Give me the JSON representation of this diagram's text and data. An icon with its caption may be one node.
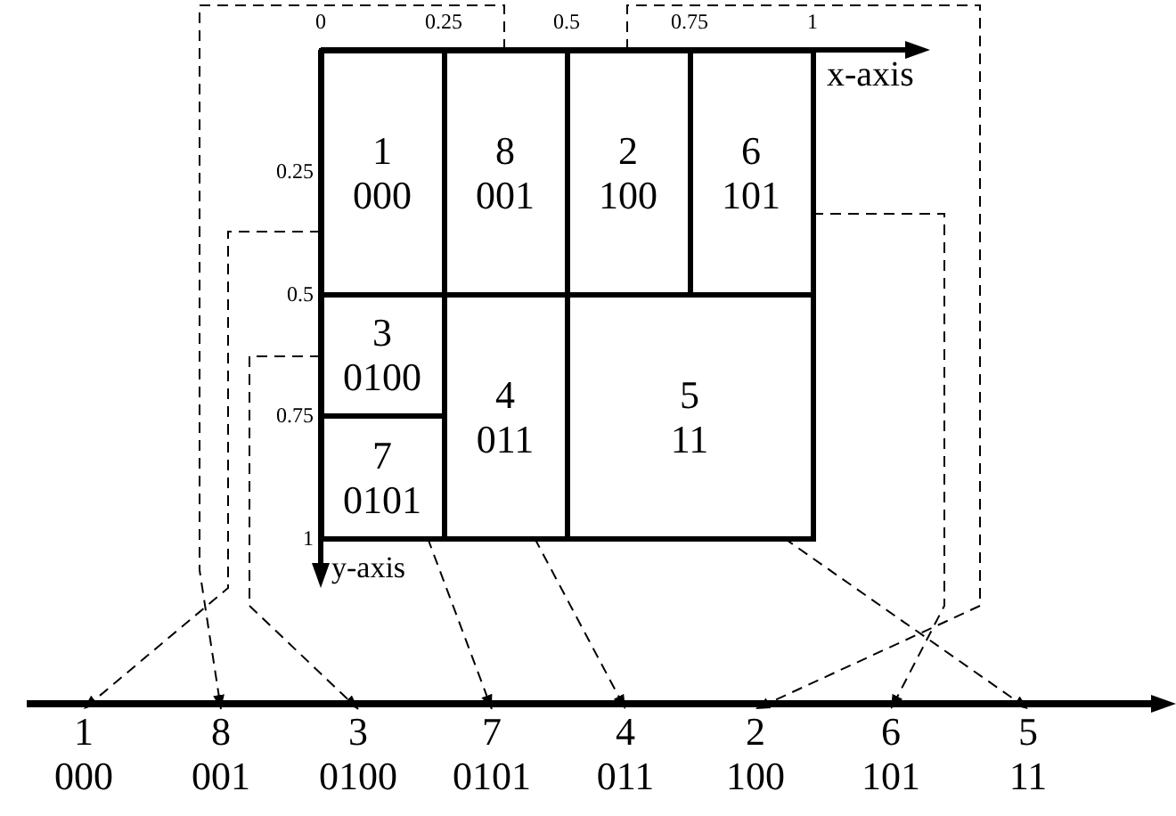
{
  "diagram": {
    "nodes": [
      {
        "text": [
          "1",
          "000"
        ]
      },
      {
        "text": [
          "8",
          "001"
        ]
      },
      {
        "text": [
          "2",
          "100"
        ]
      },
      {
        "text": [
          "6",
          "101"
        ]
      },
      {
        "text": [
          "3",
          "0100"
        ]
      },
      {
        "text": [
          "4",
          "011"
        ]
      },
      {
        "text": [
          "5",
          "11"
        ]
      },
      {
        "text": [
          "7",
          "0101"
        ]
      },
      {
        "text": [
          "1",
          "000"
        ]
      },
      {
        "text": [
          "8",
          "001"
        ]
      },
      {
        "text": [
          "3",
          "0100"
        ]
      },
      {
        "text": [
          "7",
          "0101"
        ]
      },
      {
        "text": [
          "4",
          "011"
        ]
      },
      {
        "text": [
          "2",
          "100"
        ]
      },
      {
        "text": [
          "6",
          "101"
        ]
      },
      {
        "text": [
          "5",
          "11"
        ]
      }
    ],
    "edges": [
      {
        "from": 0,
        "to": 8,
        "arrow": "to",
        "style": "dashed"
      },
      {
        "from": 1,
        "to": 9,
        "arrow": "to",
        "style": "dashed"
      },
      {
        "from": 2,
        "to": 13,
        "arrow": "to",
        "style": "dashed"
      },
      {
        "from": 3,
        "to": 14,
        "arrow": "to",
        "style": "dashed"
      },
      {
        "from": 4,
        "to": 10,
        "arrow": "to",
        "style": "dashed"
      },
      {
        "from": 5,
        "to": 12,
        "arrow": "to",
        "style": "dashed"
      },
      {
        "from": 6,
        "to": 15,
        "arrow": "to",
        "style": "dashed"
      },
      {
        "from": 7,
        "to": 11,
        "arrow": "to",
        "style": "dashed"
      }
    ],
    "labels": [
      "0",
      "0.25",
      "0.5",
      "0.75",
      "1",
      "x-axis",
      "0.25",
      "0.5",
      "0.75",
      "1",
      "y-axis"
    ]
  }
}
